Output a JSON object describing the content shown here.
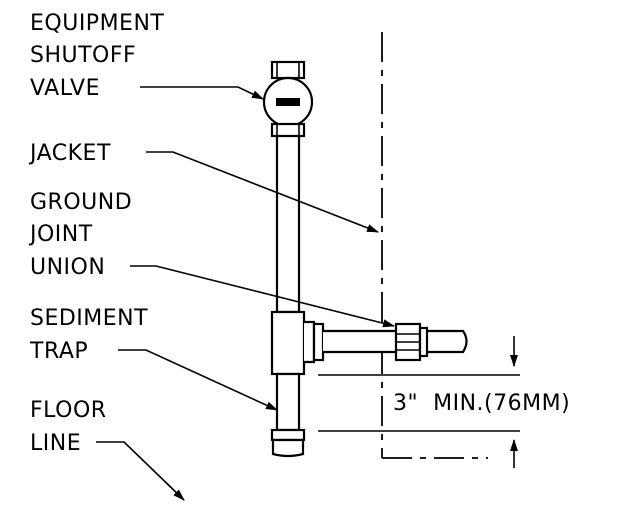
{
  "labels": {
    "valve": [
      "EQUIPMENT",
      "SHUTOFF",
      "VALVE"
    ],
    "jacket": [
      "JACKET"
    ],
    "union": [
      "GROUND",
      "JOINT",
      "UNION"
    ],
    "trap": [
      "SEDIMENT",
      "TRAP"
    ],
    "floor": [
      "FLOOR",
      "LINE"
    ]
  },
  "dimension": "3\"  MIN.(76MM)"
}
